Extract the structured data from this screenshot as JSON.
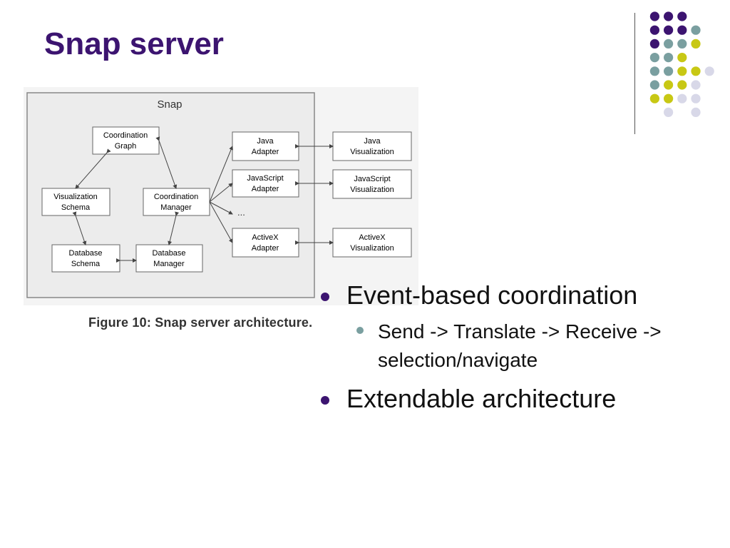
{
  "slide": {
    "title": "Snap server"
  },
  "figure": {
    "frame_label": "Snap",
    "boxes": {
      "coordination_graph": [
        "Coordination",
        "Graph"
      ],
      "visualization_schema": [
        "Visualization",
        "Schema"
      ],
      "coordination_manager": [
        "Coordination",
        "Manager"
      ],
      "database_schema": [
        "Database",
        "Schema"
      ],
      "database_manager": [
        "Database",
        "Manager"
      ],
      "java_adapter": [
        "Java",
        "Adapter"
      ],
      "javascript_adapter": [
        "JavaScript",
        "Adapter"
      ],
      "activex_adapter": [
        "ActiveX",
        "Adapter"
      ],
      "java_visualization": [
        "Java",
        "Visualization"
      ],
      "javascript_visualization": [
        "JavaScript",
        "Visualization"
      ],
      "activex_visualization": [
        "ActiveX",
        "Visualization"
      ]
    },
    "ellipsis": "...",
    "caption": "Figure 10:  Snap server architecture."
  },
  "bullets": [
    {
      "text": "Event-based coordination",
      "level": 1
    },
    {
      "text": "Send -> Translate -> Receive -> selection/navigate",
      "level": 2
    },
    {
      "text": "Extendable architecture",
      "level": 1
    }
  ],
  "decoration": {
    "dot_colors": [
      "#3c1470",
      "#7a9fa0",
      "#c8c814",
      "#d8d8e8"
    ]
  }
}
